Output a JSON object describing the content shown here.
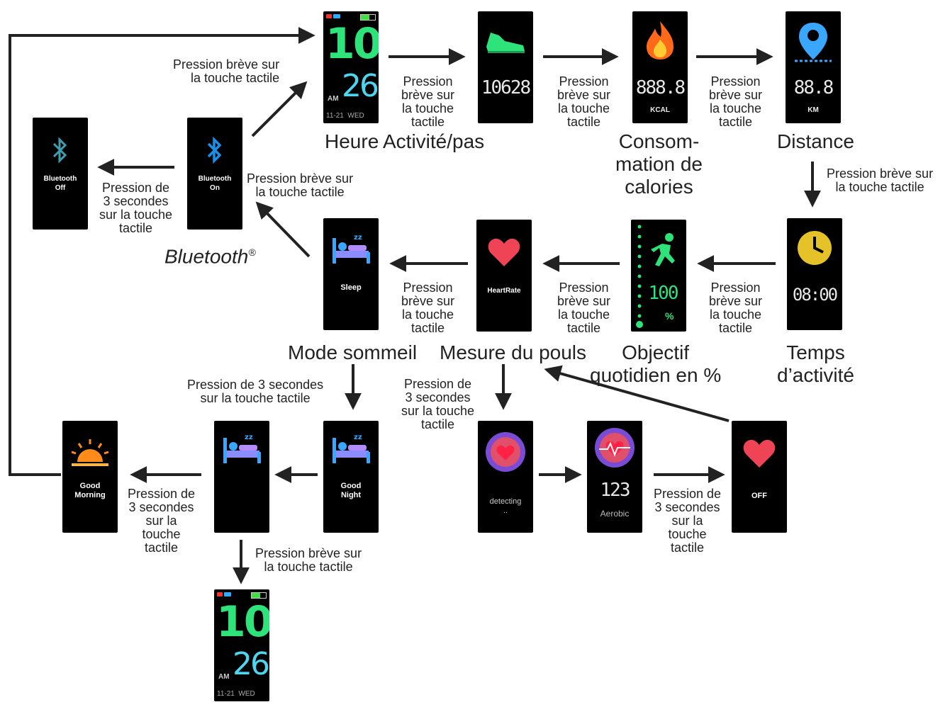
{
  "colors": {
    "ink": "#222222",
    "screen_bg": "#000000",
    "green": "#2ee37a",
    "cyan": "#4dd6f0",
    "heart": "#ee4455",
    "flame": "#ff6a1a",
    "bt_blue": "#1b8fe8",
    "sleep_blue": "#3aa7ff",
    "sun_orange": "#ff8c1a"
  },
  "clock": {
    "hour": "10",
    "minute": "26",
    "ampm": "AM",
    "footer": "11-21  WED"
  },
  "screens": {
    "steps_value": "10628",
    "kcal_value": "888.8",
    "kcal_unit": "KCAL",
    "km_value": "88.8",
    "km_unit": "KM",
    "active_time": "08:00",
    "goal_value": "100",
    "goal_unit": "%",
    "heartrate": "HeartRate",
    "sleep": "Sleep",
    "bt_on": "Bluetooth\nOn",
    "bt_off": "Bluetooth\nOff",
    "good_night": "Good\nNight",
    "good_morning": "Good\nMorning",
    "detecting": "detecting\n..",
    "aerobic_value": "123",
    "aerobic": "Aerobic",
    "hr_off": "OFF"
  },
  "icons": {
    "clock": "clock-icon",
    "shoe": "shoe-icon",
    "flame": "flame-icon",
    "pin": "location-pin-icon",
    "timer": "timer-icon",
    "runner": "runner-icon",
    "heart": "heart-icon",
    "bed": "bed-icon",
    "bluetooth": "bluetooth-icon",
    "sunrise": "sunrise-icon"
  },
  "titles": {
    "heure": "Heure",
    "activite": "Activité/pas",
    "calories": "Consom-\nmation de\ncalories",
    "distance": "Distance",
    "temps": "Temps\nd’activité",
    "objectif": "Objectif\nquotidien en %",
    "pouls": "Mesure du pouls",
    "sommeil": "Mode sommeil",
    "bluetooth": "Bluetooth",
    "bluetooth_mark": "®"
  },
  "labels": {
    "short_press_2line": "Pression brève sur\nla touche tactile",
    "short_press_4line": "Pression\nbrève sur\nla touche\ntactile",
    "long_press_4line": "Pression de\n3 secondes\nsur la touche\ntactile",
    "long_press_5line": "Pression de\n3 secondes\nsur la\ntouche\ntactile",
    "long_press_2line": "Pression de 3 secondes\nsur la touche tactile"
  }
}
